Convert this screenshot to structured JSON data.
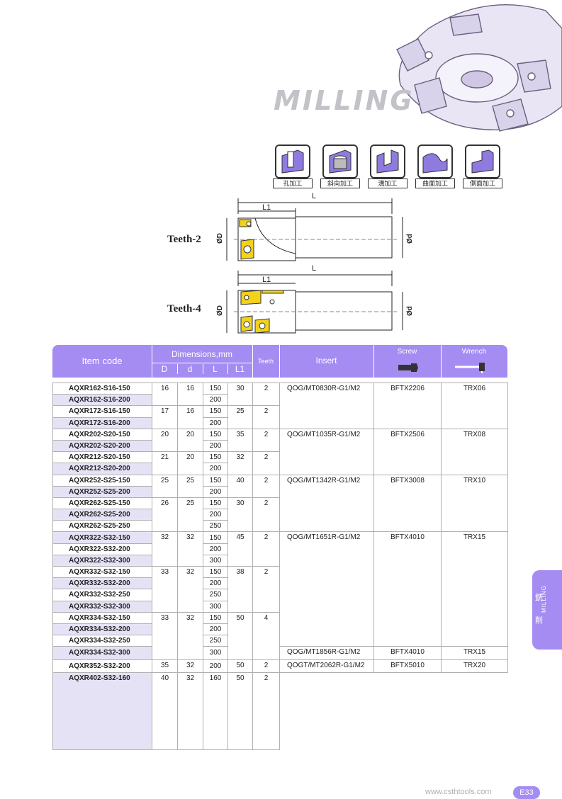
{
  "header": {
    "title": "MILLING"
  },
  "operations": [
    "孔加工",
    "斜向加工",
    "溝加工",
    "曲面加工",
    "側面加工"
  ],
  "drawings": {
    "teeth2": {
      "label": "Teeth-2",
      "L": "L",
      "L1": "L1",
      "D": "ØD",
      "d": "Ød"
    },
    "teeth4": {
      "label": "Teeth-4",
      "L": "L",
      "L1": "L1",
      "D": "ØD",
      "d": "Ød"
    }
  },
  "table": {
    "headers": {
      "item_code": "Item code",
      "dimensions": "Dimensions,mm",
      "D": "D",
      "d": "d",
      "L": "L",
      "L1": "L1",
      "teeth": "Teeth",
      "insert": "Insert",
      "screw": "Screw",
      "wrench": "Wrench"
    },
    "rows": [
      {
        "code": "AQXR162-S16-150",
        "L": "150"
      },
      {
        "code": "AQXR162-S16-200",
        "L": "200"
      },
      {
        "code": "AQXR172-S16-150",
        "L": "150"
      },
      {
        "code": "AQXR172-S16-200",
        "L": "200"
      },
      {
        "code": "AQXR202-S20-150",
        "L": "150"
      },
      {
        "code": "AQXR202-S20-200",
        "L": "200"
      },
      {
        "code": "AQXR212-S20-150",
        "L": "150"
      },
      {
        "code": "AQXR212-S20-200",
        "L": "200"
      },
      {
        "code": "AQXR252-S25-150",
        "L": "150"
      },
      {
        "code": "AQXR252-S25-200",
        "L": "200"
      },
      {
        "code": "AQXR262-S25-150",
        "L": "150"
      },
      {
        "code": "AQXR262-S25-200",
        "L": "200"
      },
      {
        "code": "AQXR262-S25-250",
        "L": "250"
      },
      {
        "code": "AQXR322-S32-150",
        "L": "150"
      },
      {
        "code": "AQXR322-S32-200",
        "L": "200"
      },
      {
        "code": "AQXR322-S32-300",
        "L": "300"
      },
      {
        "code": "AQXR332-S32-150",
        "L": "150"
      },
      {
        "code": "AQXR332-S32-200",
        "L": "200"
      },
      {
        "code": "AQXR332-S32-250",
        "L": "250"
      },
      {
        "code": "AQXR332-S32-300",
        "L": "300"
      },
      {
        "code": "AQXR334-S32-150",
        "L": "150"
      },
      {
        "code": "AQXR334-S32-200",
        "L": "200"
      },
      {
        "code": "AQXR334-S32-250",
        "L": "250"
      },
      {
        "code": "AQXR334-S32-300",
        "L": "300"
      },
      {
        "code": "AQXR352-S32-200",
        "L": "200"
      },
      {
        "code": "AQXR402-S32-160",
        "L": "160"
      }
    ],
    "groups": [
      {
        "D": "16",
        "d": "16",
        "L1": "30",
        "teeth": "2"
      },
      {
        "D": "17",
        "d": "16",
        "L1": "25",
        "teeth": "2"
      },
      {
        "D": "20",
        "d": "20",
        "L1": "35",
        "teeth": "2"
      },
      {
        "D": "21",
        "d": "20",
        "L1": "32",
        "teeth": "2"
      },
      {
        "D": "25",
        "d": "25",
        "L1": "40",
        "teeth": "2"
      },
      {
        "D": "26",
        "d": "25",
        "L1": "30",
        "teeth": "2"
      },
      {
        "D": "32",
        "d": "32",
        "L1": "45",
        "teeth": "2"
      },
      {
        "D": "33",
        "d": "32",
        "L1": "38",
        "teeth": "2"
      },
      {
        "D": "33",
        "d": "32",
        "L1": "50",
        "teeth": "4"
      },
      {
        "D": "35",
        "d": "32",
        "L1": "50",
        "teeth": "2"
      },
      {
        "D": "40",
        "d": "32",
        "L1": "50",
        "teeth": "2"
      }
    ],
    "inserts": [
      {
        "insert": "QOG/MT0830R-G1/M2",
        "screw": "BFTX2206",
        "wrench": "TRX06"
      },
      {
        "insert": "QOG/MT1035R-G1/M2",
        "screw": "BFTX2506",
        "wrench": "TRX08"
      },
      {
        "insert": "QOG/MT1342R-G1/M2",
        "screw": "BFTX3008",
        "wrench": "TRX10"
      },
      {
        "insert": "QOG/MT1651R-G1/M2",
        "screw": "BFTX4010",
        "wrench": "TRX15"
      },
      {
        "insert": "QOG/MT1856R-G1/M2",
        "screw": "BFTX4010",
        "wrench": "TRX15"
      },
      {
        "insert": "QOGT/MT2062R-G1/M2",
        "screw": "BFTX5010",
        "wrench": "TRX20"
      }
    ]
  },
  "side_tab": {
    "cn1": "銑",
    "cn2": "削",
    "en": "MILLING"
  },
  "footer": {
    "url": "www.csthtools.com",
    "page": "E33"
  },
  "colors": {
    "accent": "#a48cf2",
    "row_alt": "#e6e2f6",
    "insert_yellow": "#f2d21a"
  }
}
